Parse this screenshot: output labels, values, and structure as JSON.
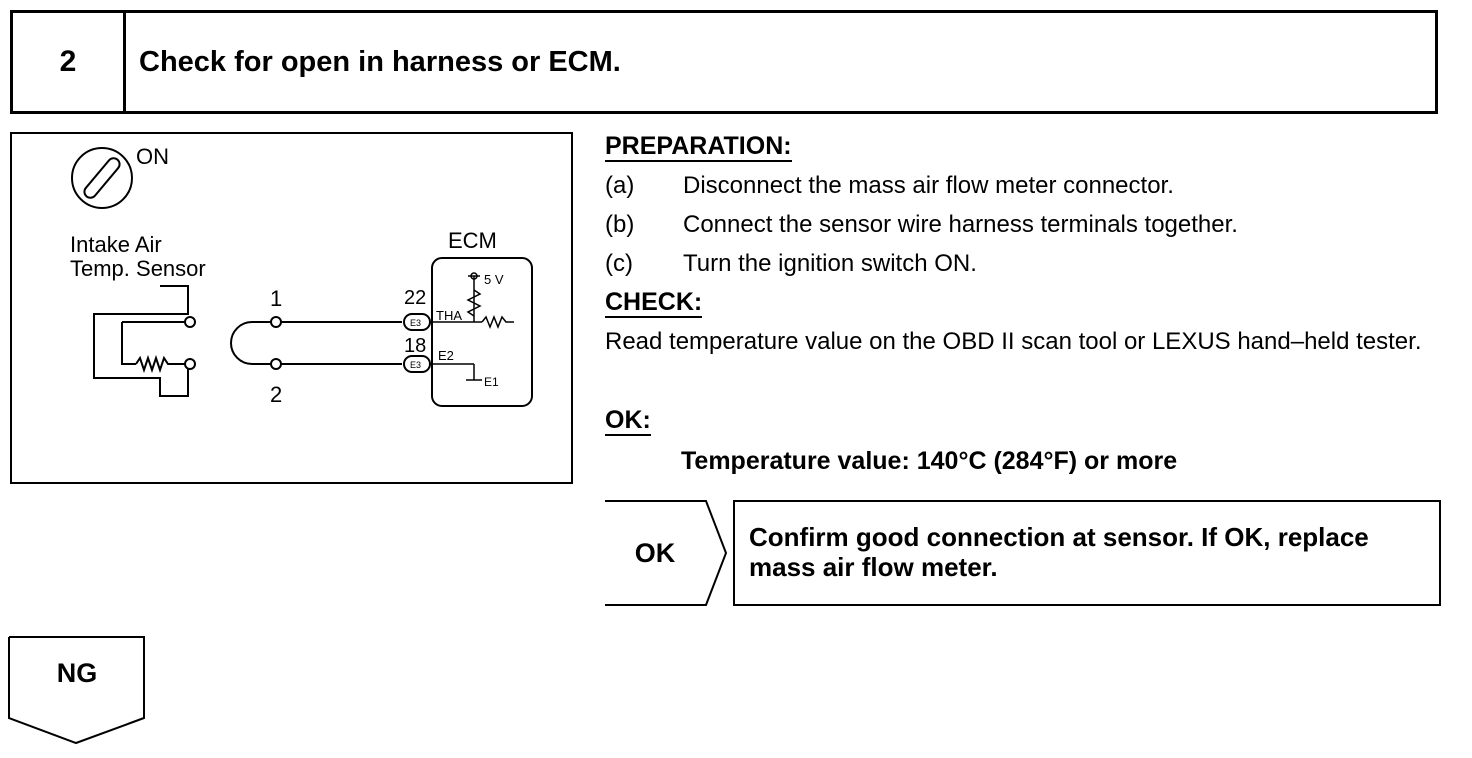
{
  "step": {
    "number": "2",
    "title": "Check for open in harness or ECM."
  },
  "diagram": {
    "ignition_label": "ON",
    "sensor_label_1": "Intake Air",
    "sensor_label_2": "Temp. Sensor",
    "ecm_label": "ECM",
    "voltage": "5 V",
    "pin_1": "1",
    "pin_2": "2",
    "pin_22": "22",
    "pin_18": "18",
    "connector_e3a": "E3",
    "connector_e3b": "E3",
    "tha": "THA",
    "e2": "E2",
    "e1": "E1"
  },
  "preparation": {
    "title": "PREPARATION:",
    "steps": [
      {
        "label": "(a)",
        "text": "Disconnect the mass air flow meter connector."
      },
      {
        "label": "(b)",
        "text": "Connect the sensor wire harness terminals together."
      },
      {
        "label": "(c)",
        "text": "Turn the ignition switch ON."
      }
    ]
  },
  "check": {
    "title": "CHECK:",
    "text": "Read temperature value on the OBD II scan tool or LEXUS hand–held tester."
  },
  "ok": {
    "title": "OK:",
    "spec": "Temperature value: 140°C (284°F) or more"
  },
  "result_ok": {
    "label": "OK",
    "action": "Confirm good connection at sensor. If OK, replace mass air flow meter."
  },
  "result_ng": {
    "label": "NG"
  }
}
